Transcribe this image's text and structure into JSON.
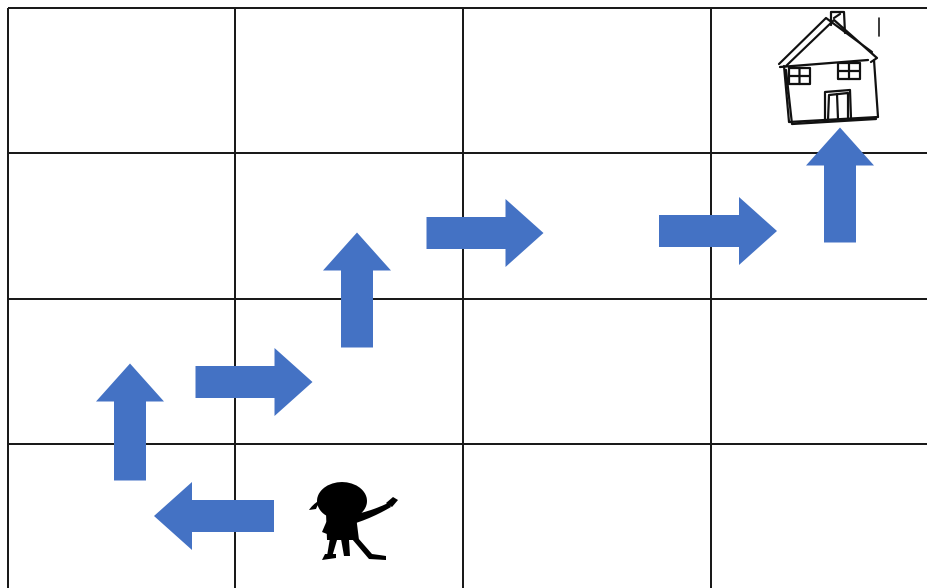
{
  "grid": {
    "rows": 4,
    "columns": 4,
    "line_color": "#1a1a1a"
  },
  "arrow_color": "#4472c4",
  "path": {
    "start": "child-figure",
    "goal": "house",
    "moves": [
      "left",
      "up",
      "right",
      "up",
      "right",
      "right",
      "up"
    ]
  },
  "icons": {
    "start": "child-silhouette-icon",
    "goal": "house-icon"
  }
}
